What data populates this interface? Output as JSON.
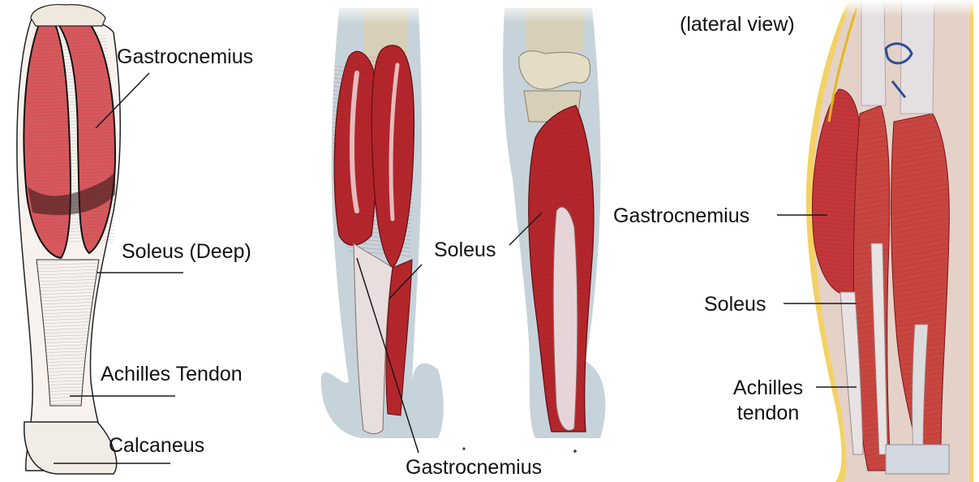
{
  "colors": {
    "muscle": "#b3262c",
    "muscle_dark": "#7d1418",
    "muscle_light": "#d65a52",
    "tendon": "#e8dede",
    "bone": "#d8cfb8",
    "skin": "#c7d3da",
    "fat": "#e8c24a",
    "sketch_red": "#d65a5a",
    "line": "#1a1a1a"
  },
  "left_panel": {
    "labels": {
      "gastrocnemius": "Gastrocnemius",
      "soleus": "Soleus (Deep)",
      "achilles": "Achilles Tendon",
      "calcaneus": "Calcaneus"
    }
  },
  "middle_panel": {
    "labels": {
      "soleus": "Soleus",
      "gastrocnemius": "Gastrocnemius"
    }
  },
  "right_panel": {
    "title": "(lateral view)",
    "labels": {
      "gastrocnemius": "Gastrocnemius",
      "soleus": "Soleus",
      "achilles_line1": "Achilles",
      "achilles_line2": "tendon"
    }
  }
}
